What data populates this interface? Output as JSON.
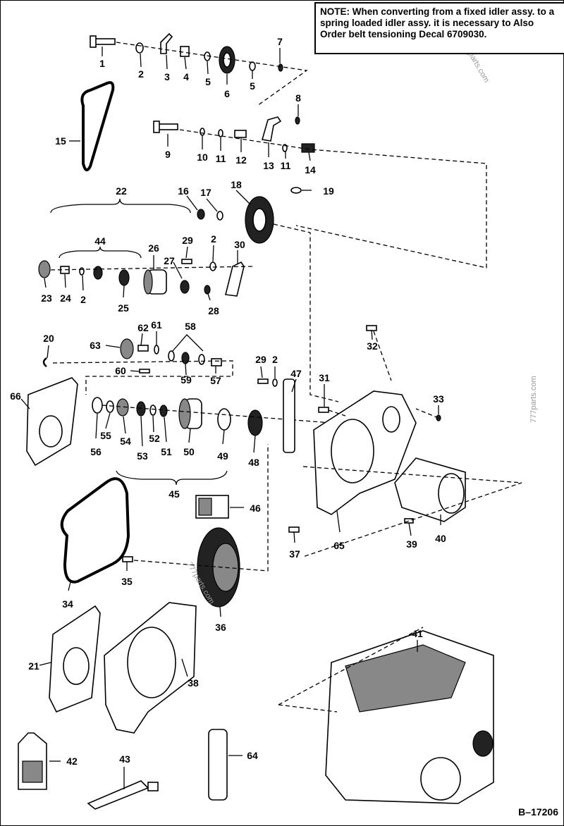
{
  "note": {
    "label": "NOTE:",
    "text": "When converting from a fixed idler assy. to a spring loaded idler assy. it is necessary to Also Order belt tensioning Decal 6709030."
  },
  "drawing_id": "B–17206",
  "watermark": "777parts.com",
  "parts": [
    "1",
    "2",
    "3",
    "4",
    "5",
    "6",
    "5",
    "7",
    "8",
    "9",
    "10",
    "11",
    "12",
    "13",
    "11",
    "14",
    "15",
    "16",
    "17",
    "18",
    "19",
    "22",
    "44",
    "26",
    "29",
    "2",
    "30",
    "27",
    "23",
    "24",
    "2",
    "25",
    "28",
    "20",
    "62",
    "61",
    "58",
    "63",
    "60",
    "59",
    "57",
    "29",
    "2",
    "47",
    "32",
    "31",
    "33",
    "66",
    "55",
    "56",
    "54",
    "53",
    "52",
    "51",
    "50",
    "49",
    "48",
    "45",
    "46",
    "34",
    "35",
    "36",
    "37",
    "39",
    "40",
    "65",
    "21",
    "38",
    "41",
    "42",
    "43",
    "64"
  ]
}
